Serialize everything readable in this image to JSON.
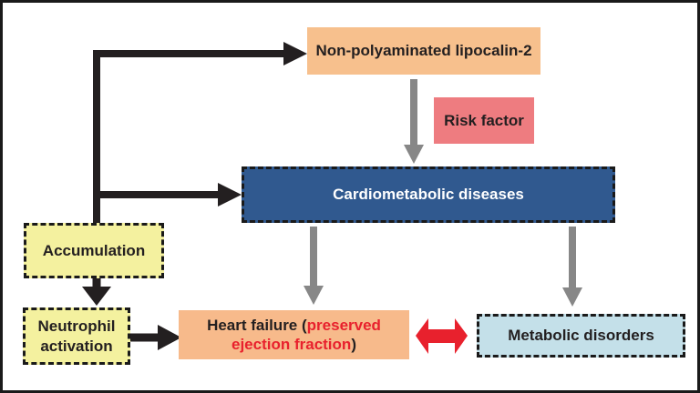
{
  "diagram": {
    "title_implied": "Non-polyaminated lipocalin-2 pathway diagram",
    "nodes": {
      "lipocalin": {
        "label": "Non-polyaminated lipocalin-2"
      },
      "risk_factor": {
        "label": "Risk factor"
      },
      "cardiometabolic": {
        "label": "Cardiometabolic diseases"
      },
      "accumulation": {
        "label": "Accumulation"
      },
      "neutrophil": {
        "label": "Neutrophil activation"
      },
      "heart_failure": {
        "prefix": "Heart failure (",
        "highlight": "preserved ejection fraction",
        "suffix": ")"
      },
      "metabolic": {
        "label": "Metabolic disorders"
      }
    },
    "colors": {
      "box_orange": "#f7c08d",
      "box_orange_deep": "#f7ba8b",
      "box_salmon": "#ee7c80",
      "box_dark_blue": "#30598f",
      "box_yellow": "#f4f19f",
      "box_light_blue": "#c4e0e9",
      "arrow_black": "#231f20",
      "arrow_gray": "#878787",
      "arrow_red": "#e8212d",
      "text_dark": "#231f20",
      "text_white": "#ffffff",
      "frame_border": "#1a1a1a"
    }
  }
}
